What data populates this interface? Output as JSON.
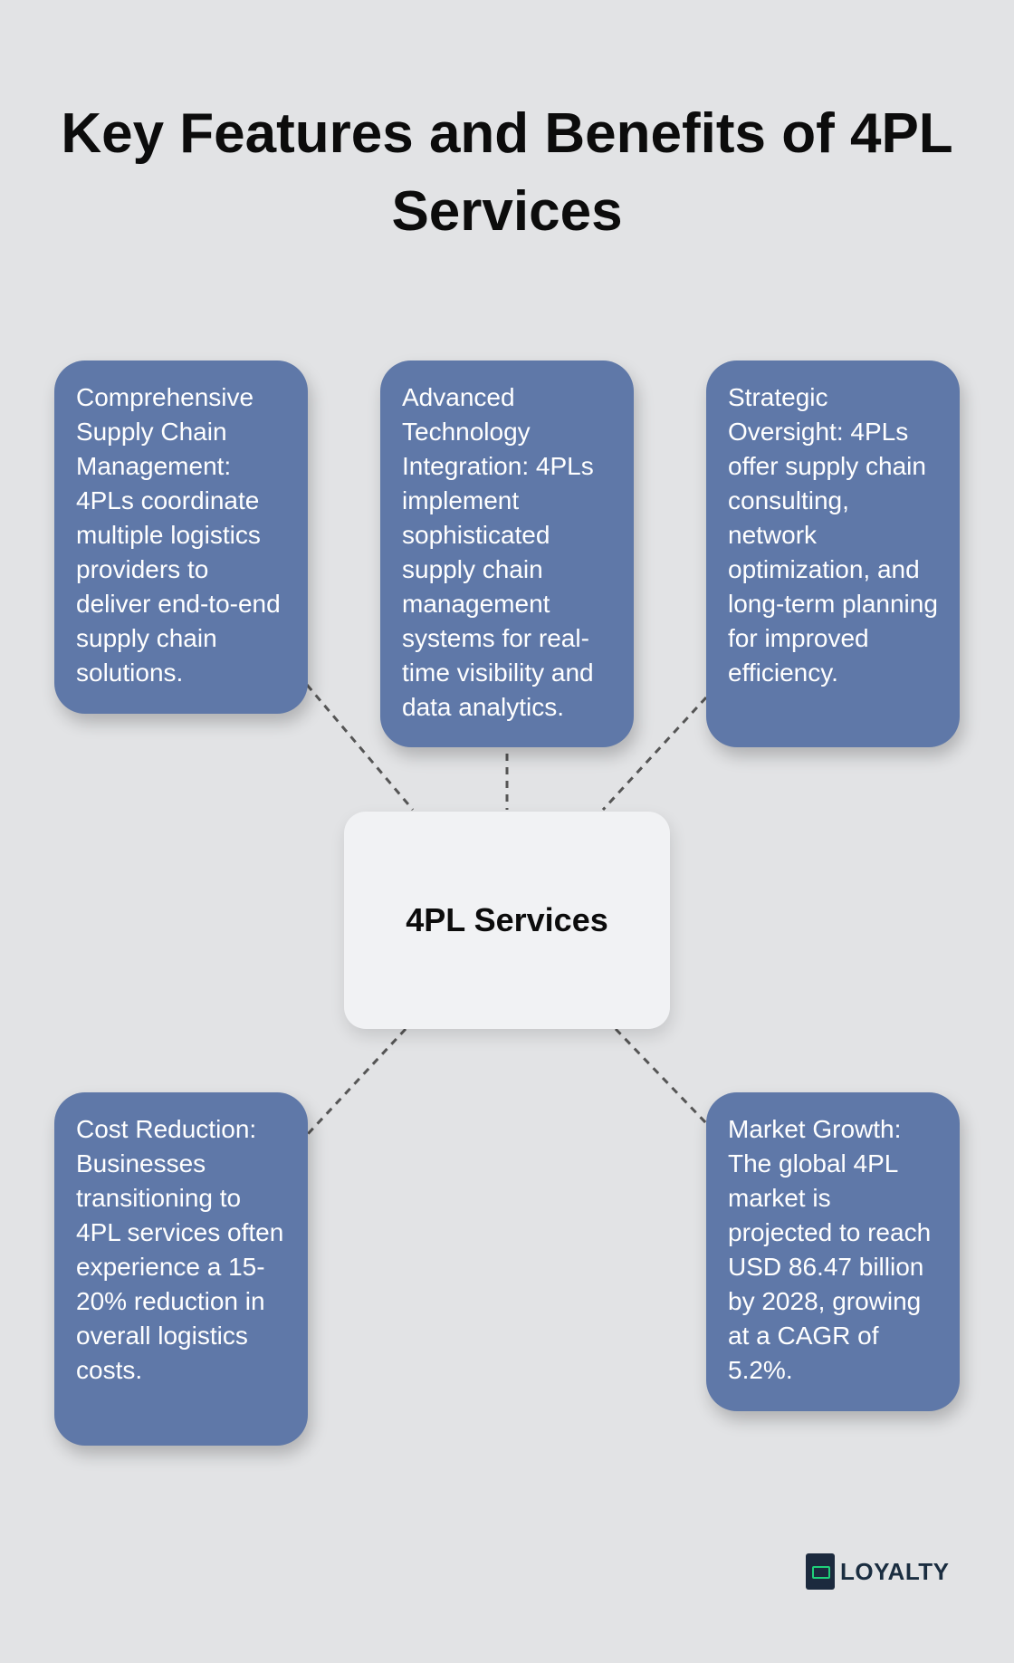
{
  "title": "Key Features and Benefits of 4PL Services",
  "center": {
    "label": "4PL Services"
  },
  "cards": [
    {
      "text": "Comprehensive Supply Chain Management: 4PLs coordinate multiple logistics providers to deliver end-to-end supply chain solutions."
    },
    {
      "text": "Advanced Technology Integration: 4PLs implement sophisticated supply chain management systems for real-time visibility and data analytics."
    },
    {
      "text": "Strategic Oversight: 4PLs offer supply chain consulting, network optimization, and long-term planning for improved efficiency."
    },
    {
      "text": "Cost Reduction: Businesses transitioning to 4PL services often experience a 15-20% reduction in overall logistics costs."
    },
    {
      "text": "Market Growth: The global 4PL market is projected to reach USD 86.47 billion by 2028, growing at a CAGR of 5.2%."
    }
  ],
  "logo": {
    "text": "LOYALTY",
    "icon": "truck-logo-icon",
    "accent_color": "#1fd07a"
  },
  "colors": {
    "card": "#5f78a8",
    "center": "#f1f2f4",
    "background": "#e2e3e5",
    "connector": "#555555"
  }
}
